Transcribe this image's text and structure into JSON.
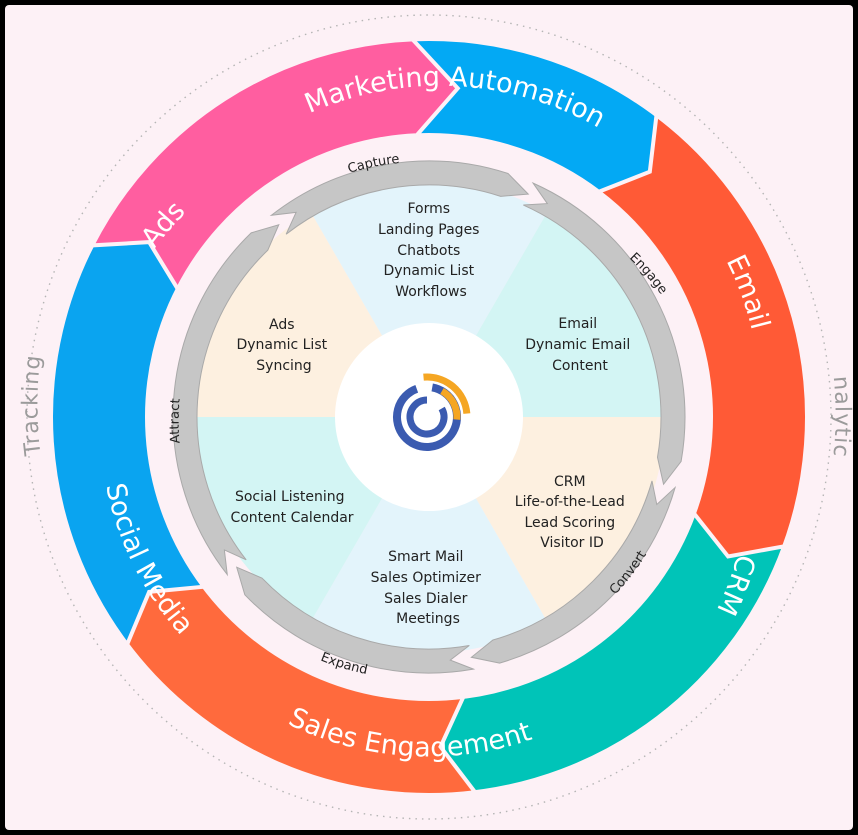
{
  "colors": {
    "background": "#fdf1f6",
    "frame": "#000000",
    "marketing_automation": "#03a9f4",
    "email": "#ff5a36",
    "crm": "#00c4b8",
    "sales_engagement": "#ff6a3d",
    "social_media": "#0aa4f0",
    "ads": "#ff5ea0",
    "stage_ring": "#c6c6c6",
    "stage_ring_edge": "#a9a9a9",
    "logo_blue": "#3b5bb0",
    "logo_orange": "#f5a623"
  },
  "outer_ring": [
    {
      "id": "marketing-automation",
      "label": "Marketing Automation",
      "color": "#03a9f4"
    },
    {
      "id": "email",
      "label": "Email",
      "color": "#ff5a36"
    },
    {
      "id": "crm",
      "label": "CRM",
      "color": "#00c4b8"
    },
    {
      "id": "sales-engagement",
      "label": "Sales Engagement",
      "color": "#ff6a3d"
    },
    {
      "id": "social-media",
      "label": "Social Media",
      "color": "#0aa4f0"
    },
    {
      "id": "ads",
      "label": "Ads",
      "color": "#ff5ea0"
    }
  ],
  "side_labels": {
    "left": "Tracking",
    "right": "Analytics"
  },
  "stages": [
    "Capture",
    "Engage",
    "Convert",
    "Expand",
    "Attract"
  ],
  "wedges": [
    {
      "id": "capture",
      "lines": [
        "Forms",
        "Landing Pages",
        "Chatbots",
        "Dynamic List",
        "Workflows"
      ],
      "fill": "#e3f4fb"
    },
    {
      "id": "engage",
      "lines": [
        "Email",
        "Dynamic Email",
        "Content"
      ],
      "fill": "#d3f5f4"
    },
    {
      "id": "convert",
      "lines": [
        "CRM",
        "Life-of-the-Lead",
        "Lead Scoring",
        "Visitor ID"
      ],
      "fill": "#fdf0e0"
    },
    {
      "id": "expand",
      "lines": [
        "Smart Mail",
        "Sales Optimizer",
        "Sales Dialer",
        "Meetings"
      ],
      "fill": "#e3f4fb"
    },
    {
      "id": "attract-social",
      "lines": [
        "Social Listening",
        "Content Calendar"
      ],
      "fill": "#d3f5f4"
    },
    {
      "id": "attract-ads",
      "lines": [
        "Ads",
        "Dynamic List",
        "Syncing"
      ],
      "fill": "#fdf0e0"
    }
  ],
  "logo": {
    "name": "constantcontact-c-logo-icon"
  }
}
